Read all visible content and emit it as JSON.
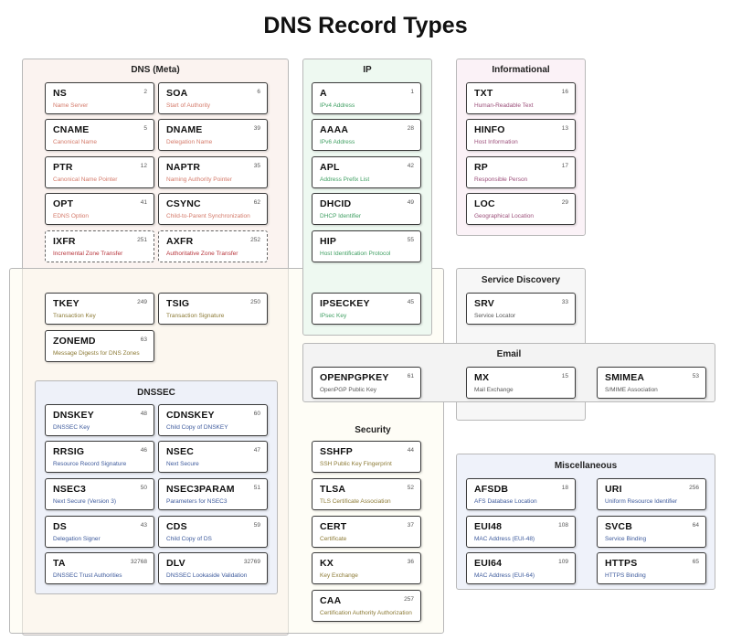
{
  "title": "DNS Record Types",
  "groups": {
    "meta": {
      "label": "DNS (Meta)"
    },
    "ip": {
      "label": "IP"
    },
    "info": {
      "label": "Informational"
    },
    "sd": {
      "label": "Service Discovery"
    },
    "email": {
      "label": "Email"
    },
    "dnssec": {
      "label": "DNSSEC"
    },
    "security": {
      "label": "Security"
    },
    "misc": {
      "label": "Miscellaneous"
    }
  },
  "records": {
    "ns": {
      "code": "NS",
      "num": "2",
      "desc": "Name Server"
    },
    "soa": {
      "code": "SOA",
      "num": "6",
      "desc": "Start of Authority"
    },
    "cname": {
      "code": "CNAME",
      "num": "5",
      "desc": "Canonical Name"
    },
    "dname": {
      "code": "DNAME",
      "num": "39",
      "desc": "Delegation Name"
    },
    "ptr": {
      "code": "PTR",
      "num": "12",
      "desc": "Canonical Name Pointer"
    },
    "naptr": {
      "code": "NAPTR",
      "num": "35",
      "desc": "Naming Authority Pointer"
    },
    "opt": {
      "code": "OPT",
      "num": "41",
      "desc": "EDNS Option"
    },
    "csync": {
      "code": "CSYNC",
      "num": "62",
      "desc": "Child-to-Parent Synchronization"
    },
    "ixfr": {
      "code": "IXFR",
      "num": "251",
      "desc": "Incremental Zone Transfer"
    },
    "axfr": {
      "code": "AXFR",
      "num": "252",
      "desc": "Authoritative Zone Transfer"
    },
    "tkey": {
      "code": "TKEY",
      "num": "249",
      "desc": "Transaction Key"
    },
    "tsig": {
      "code": "TSIG",
      "num": "250",
      "desc": "Transaction Signature"
    },
    "zonemd": {
      "code": "ZONEMD",
      "num": "63",
      "desc": "Message Digests for DNS Zones"
    },
    "a": {
      "code": "A",
      "num": "1",
      "desc": "IPv4 Address"
    },
    "aaaa": {
      "code": "AAAA",
      "num": "28",
      "desc": "IPv6 Address"
    },
    "apl": {
      "code": "APL",
      "num": "42",
      "desc": "Address Prefix List"
    },
    "dhcid": {
      "code": "DHCID",
      "num": "49",
      "desc": "DHCP Identifier"
    },
    "hip": {
      "code": "HIP",
      "num": "55",
      "desc": "Host Identification Protocol"
    },
    "ipseckey": {
      "code": "IPSECKEY",
      "num": "45",
      "desc": "IPsec Key"
    },
    "txt": {
      "code": "TXT",
      "num": "16",
      "desc": "Human-Readable Text"
    },
    "hinfo": {
      "code": "HINFO",
      "num": "13",
      "desc": "Host Information"
    },
    "rp": {
      "code": "RP",
      "num": "17",
      "desc": "Responsible Person"
    },
    "loc": {
      "code": "LOC",
      "num": "29",
      "desc": "Geographical Location"
    },
    "srv": {
      "code": "SRV",
      "num": "33",
      "desc": "Service Locator"
    },
    "openpgpkey": {
      "code": "OPENPGPKEY",
      "num": "61",
      "desc": "OpenPGP Public Key"
    },
    "mx": {
      "code": "MX",
      "num": "15",
      "desc": "Mail Exchange"
    },
    "smimea": {
      "code": "SMIMEA",
      "num": "53",
      "desc": "S/MIME Association"
    },
    "dnskey": {
      "code": "DNSKEY",
      "num": "48",
      "desc": "DNSSEC Key"
    },
    "cdnskey": {
      "code": "CDNSKEY",
      "num": "60",
      "desc": "Child Copy of DNSKEY"
    },
    "rrsig": {
      "code": "RRSIG",
      "num": "46",
      "desc": "Resource Record Signature"
    },
    "nsec": {
      "code": "NSEC",
      "num": "47",
      "desc": "Next Secure"
    },
    "nsec3": {
      "code": "NSEC3",
      "num": "50",
      "desc": "Next Secure (Version 3)"
    },
    "nsec3param": {
      "code": "NSEC3PARAM",
      "num": "51",
      "desc": "Parameters for NSEC3"
    },
    "ds": {
      "code": "DS",
      "num": "43",
      "desc": "Delegation Signer"
    },
    "cds": {
      "code": "CDS",
      "num": "59",
      "desc": "Child Copy of DS"
    },
    "ta": {
      "code": "TA",
      "num": "32768",
      "desc": "DNSSEC Trust Authorities"
    },
    "dlv": {
      "code": "DLV",
      "num": "32769",
      "desc": "DNSSEC Lookaside Validation"
    },
    "sshfp": {
      "code": "SSHFP",
      "num": "44",
      "desc": "SSH Public Key Fingerprint"
    },
    "tlsa": {
      "code": "TLSA",
      "num": "52",
      "desc": "TLS Certificate Association"
    },
    "cert": {
      "code": "CERT",
      "num": "37",
      "desc": "Certificate"
    },
    "kx": {
      "code": "KX",
      "num": "36",
      "desc": "Key Exchange"
    },
    "caa": {
      "code": "CAA",
      "num": "257",
      "desc": "Certification Authority Authorization"
    },
    "afsdb": {
      "code": "AFSDB",
      "num": "18",
      "desc": "AFS Database Location"
    },
    "uri": {
      "code": "URI",
      "num": "256",
      "desc": "Uniform Resource Identifier"
    },
    "eui48": {
      "code": "EUI48",
      "num": "108",
      "desc": "MAC Address (EUI-48)"
    },
    "svcb": {
      "code": "SVCB",
      "num": "64",
      "desc": "Service Binding"
    },
    "eui64": {
      "code": "EUI64",
      "num": "109",
      "desc": "MAC Address (EUI-64)"
    },
    "https": {
      "code": "HTTPS",
      "num": "65",
      "desc": "HTTPS Binding"
    }
  },
  "colors": {
    "meta": "#d47a6a",
    "ip": "#3f9f62",
    "info": "#9c4f7a",
    "sd": "#555555",
    "email": "#555555",
    "dnssec": "#3d5a9c",
    "security": "#8c7a35",
    "misc": "#3d5a9c",
    "transfer": "#b7343b",
    "meta_bg": "#fbf3f0",
    "ip_bg": "#eef9f1",
    "info_bg": "#fbf2f7",
    "sd_bg": "#f7f7f7",
    "email_bg": "#f3f3f3",
    "dnssec_bg": "#eef1f9",
    "security_bg": "#fdfbee",
    "misc_bg": "#eff2fa"
  }
}
